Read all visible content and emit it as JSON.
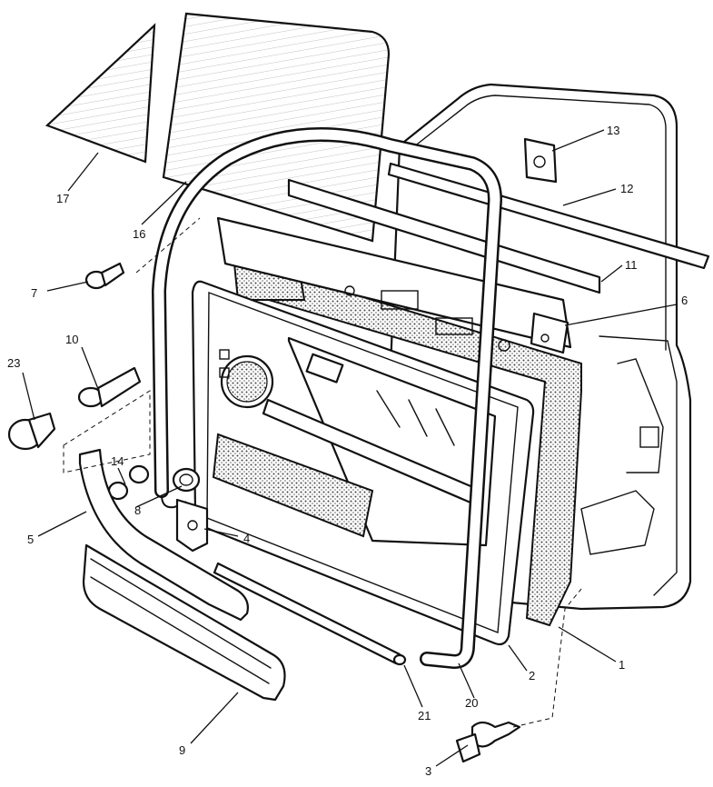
{
  "callouts": [
    {
      "id": "1",
      "label": "1"
    },
    {
      "id": "2",
      "label": "2"
    },
    {
      "id": "3",
      "label": "3"
    },
    {
      "id": "4",
      "label": "4"
    },
    {
      "id": "5",
      "label": "5"
    },
    {
      "id": "6",
      "label": "6"
    },
    {
      "id": "7",
      "label": "7"
    },
    {
      "id": "8",
      "label": "8"
    },
    {
      "id": "9",
      "label": "9"
    },
    {
      "id": "10",
      "label": "10"
    },
    {
      "id": "11",
      "label": "11"
    },
    {
      "id": "12",
      "label": "12"
    },
    {
      "id": "13",
      "label": "13"
    },
    {
      "id": "14",
      "label": "14"
    },
    {
      "id": "16",
      "label": "16"
    },
    {
      "id": "17",
      "label": "17"
    },
    {
      "id": "20",
      "label": "20"
    },
    {
      "id": "21",
      "label": "21"
    },
    {
      "id": "23",
      "label": "23"
    }
  ]
}
